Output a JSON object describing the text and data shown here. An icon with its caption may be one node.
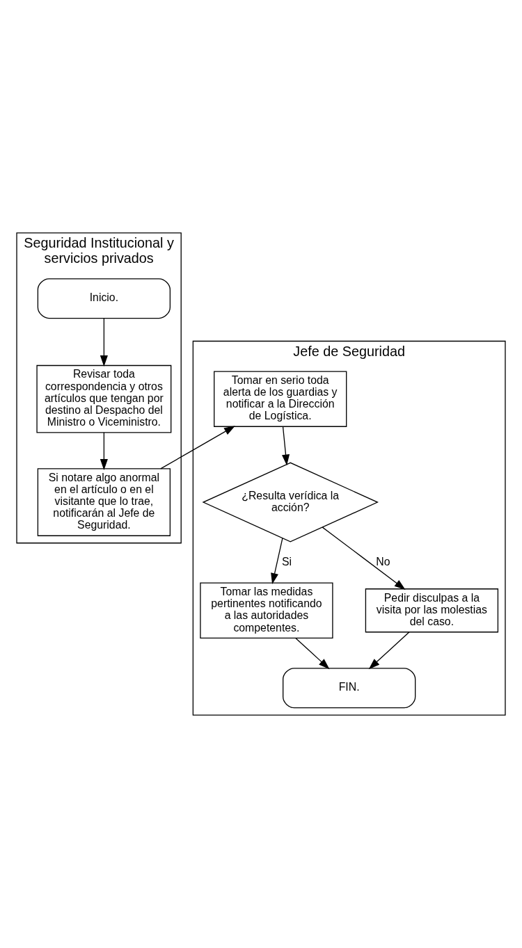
{
  "diagram": {
    "nodes": [
      {
        "text": [
          "Seguridad Institucional y servicios privados"
        ]
      },
      {
        "text": [
          "Jefe de Seguridad"
        ]
      },
      {
        "text": [
          "Inicio."
        ],
        "in": 0
      },
      {
        "text": [
          "Revisar toda correspondencia y otros artículos que tengan por destino al Despacho del Ministro o Viceministro."
        ],
        "in": 0
      },
      {
        "text": [
          "Si notare algo anormal en el artículo o en el visitante que lo trae, notificarán al Jefe de Seguridad."
        ],
        "in": 0
      },
      {
        "text": [
          "Tomar en serio toda alerta de los guardias y notificar a la Dirección de Logística."
        ],
        "in": 1
      },
      {
        "text": [
          "¿Resulta verídica la acción?"
        ],
        "in": 1
      },
      {
        "text": [
          "Tomar las medidas pertinentes notificando a las autoridades competentes."
        ],
        "in": 1
      },
      {
        "text": [
          "Pedir disculpas a la visita por las molestias del caso."
        ],
        "in": 1
      },
      {
        "text": [
          "FIN."
        ],
        "in": 1
      }
    ],
    "edges": [
      {
        "from": 2,
        "to": 3,
        "arrow": "to"
      },
      {
        "from": 3,
        "to": 4,
        "arrow": "to"
      },
      {
        "from": 4,
        "to": 5,
        "arrow": "to"
      },
      {
        "from": 5,
        "to": 6,
        "arrow": "to"
      },
      {
        "from": 6,
        "to": 7,
        "arrow": "to",
        "label": "Si"
      },
      {
        "from": 6,
        "to": 8,
        "arrow": "to",
        "label": "No"
      },
      {
        "from": 7,
        "to": 9,
        "arrow": "to"
      },
      {
        "from": 8,
        "to": 9,
        "arrow": "to"
      }
    ]
  }
}
